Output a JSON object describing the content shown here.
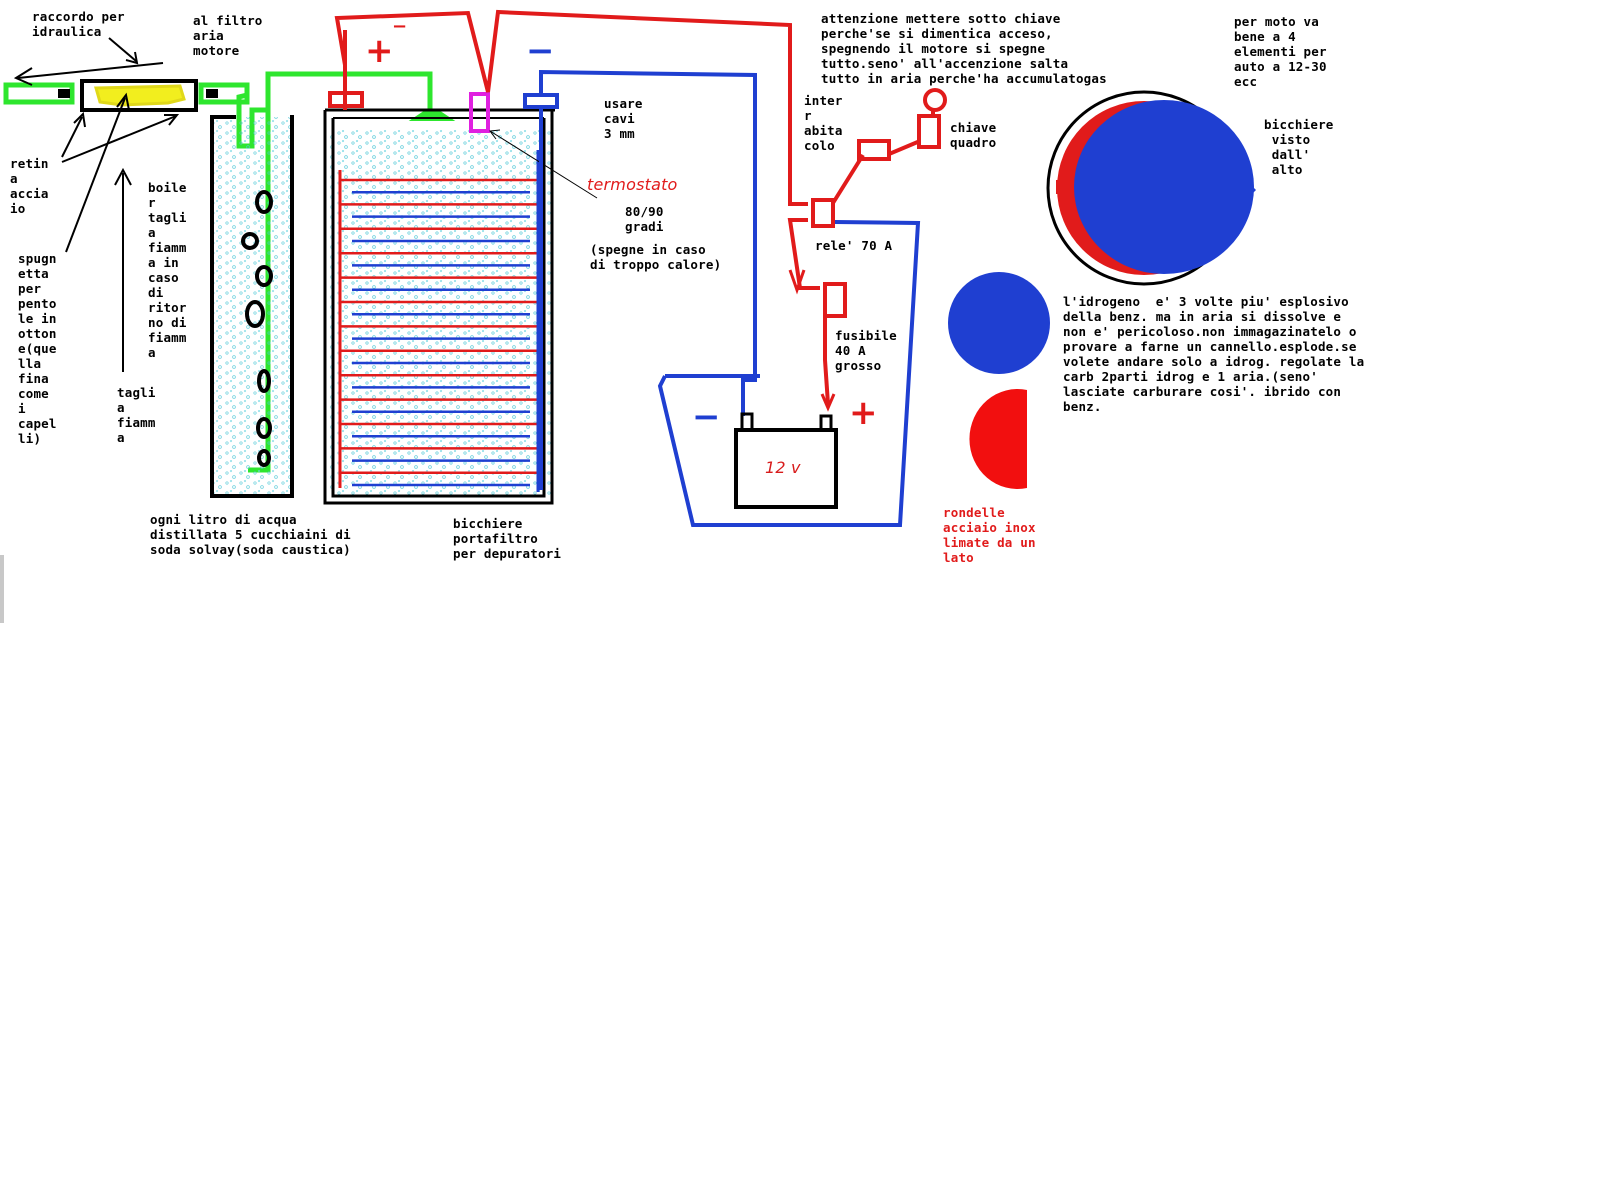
{
  "colors": {
    "positive_wire": "#e11b1b",
    "negative_wire": "#1f3fd1",
    "air_hose": "#2ee62e",
    "filter_sponge": "#f2ee1e",
    "thermostat": "#e020e0",
    "bubbles": "#4fc7d6"
  },
  "labels": {
    "raccordo": "raccordo per\nidraulica",
    "filtro_aria": "al filtro\naria\nmotore",
    "retina": "retin\na\naccia\nio",
    "spugnetta": "spugn\netta\nper\npento\nle in\notton\ne(que\nlla\nfina\ncome\ni\ncapel\nli)",
    "boiler": "boile\nr\ntagli\na\nfiamm\na in\ncaso\ndi\nritor\nno di\nfiamm\na",
    "taglia_fiamma": "tagli\na\nfiamm\na",
    "ricetta": "ogni litro di acqua\ndistillata 5 cucchiaini di\nsoda solvay(soda caustica)",
    "bicchiere_portafiltro": "bicchiere\nportafiltro\nper depuratori",
    "cavi": "usare\ncavi\n3 mm",
    "termostato": "termostato",
    "gradi": "80/90\ngradi",
    "spegne": "(spegne in caso\ndi troppo calore)",
    "attenzione": "attenzione mettere sotto chiave\nperche'se si dimentica acceso,\nspegnendo il motore si spegne\ntutto.seno' all'accenzione salta\ntutto in aria perche'ha accumulatogas",
    "interruttore": "inter\nr\nabita\ncolo",
    "chiave_quadro": "chiave\nquadro",
    "rele": "rele' 70 A",
    "fusibile": "fusibile\n40 A\ngrosso",
    "batteria": "12 v",
    "per_moto": "per moto va\nbene a 4\nelementi per\nauto a 12-30\necc",
    "bicchiere_alto": "bicchiere\n visto\n dall'\n alto",
    "idrogeno": "l'idrogeno  e' 3 volte piu' esplosivo\ndella benz. ma in aria si dissolve e\nnon e' pericoloso.non immagazinatelo o\nprovare a farne un cannello.esplode.se\nvolete andare solo a idrog. regolate la\ncarb 2parti idrog e 1 aria.(seno'\nlasciate carburare cosi'. ibrido con\nbenz.",
    "rondelle": "rondelle\nacciaio inox\nlimate da un\nlato"
  },
  "signs": {
    "plus": "+",
    "minus": "−"
  }
}
